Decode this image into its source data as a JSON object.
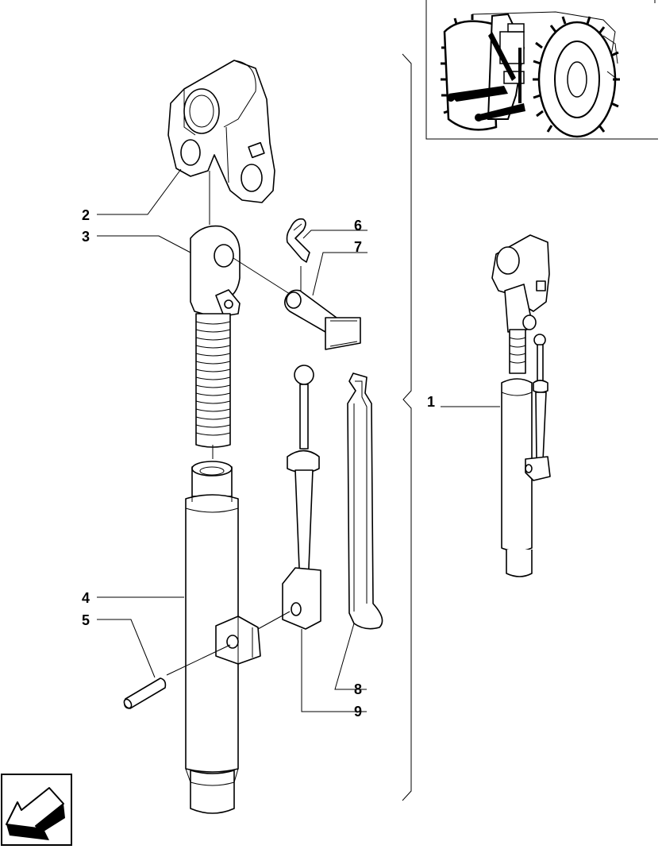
{
  "callouts": [
    {
      "id": "1",
      "label": "1"
    },
    {
      "id": "2",
      "label": "2"
    },
    {
      "id": "3",
      "label": "3"
    },
    {
      "id": "4",
      "label": "4"
    },
    {
      "id": "5",
      "label": "5"
    },
    {
      "id": "6",
      "label": "6"
    },
    {
      "id": "7",
      "label": "7"
    },
    {
      "id": "8",
      "label": "8"
    },
    {
      "id": "9",
      "label": "9"
    }
  ],
  "icons": {
    "nav_arrow": "back-arrow-icon",
    "tractor_view": "tractor-inset-image"
  }
}
